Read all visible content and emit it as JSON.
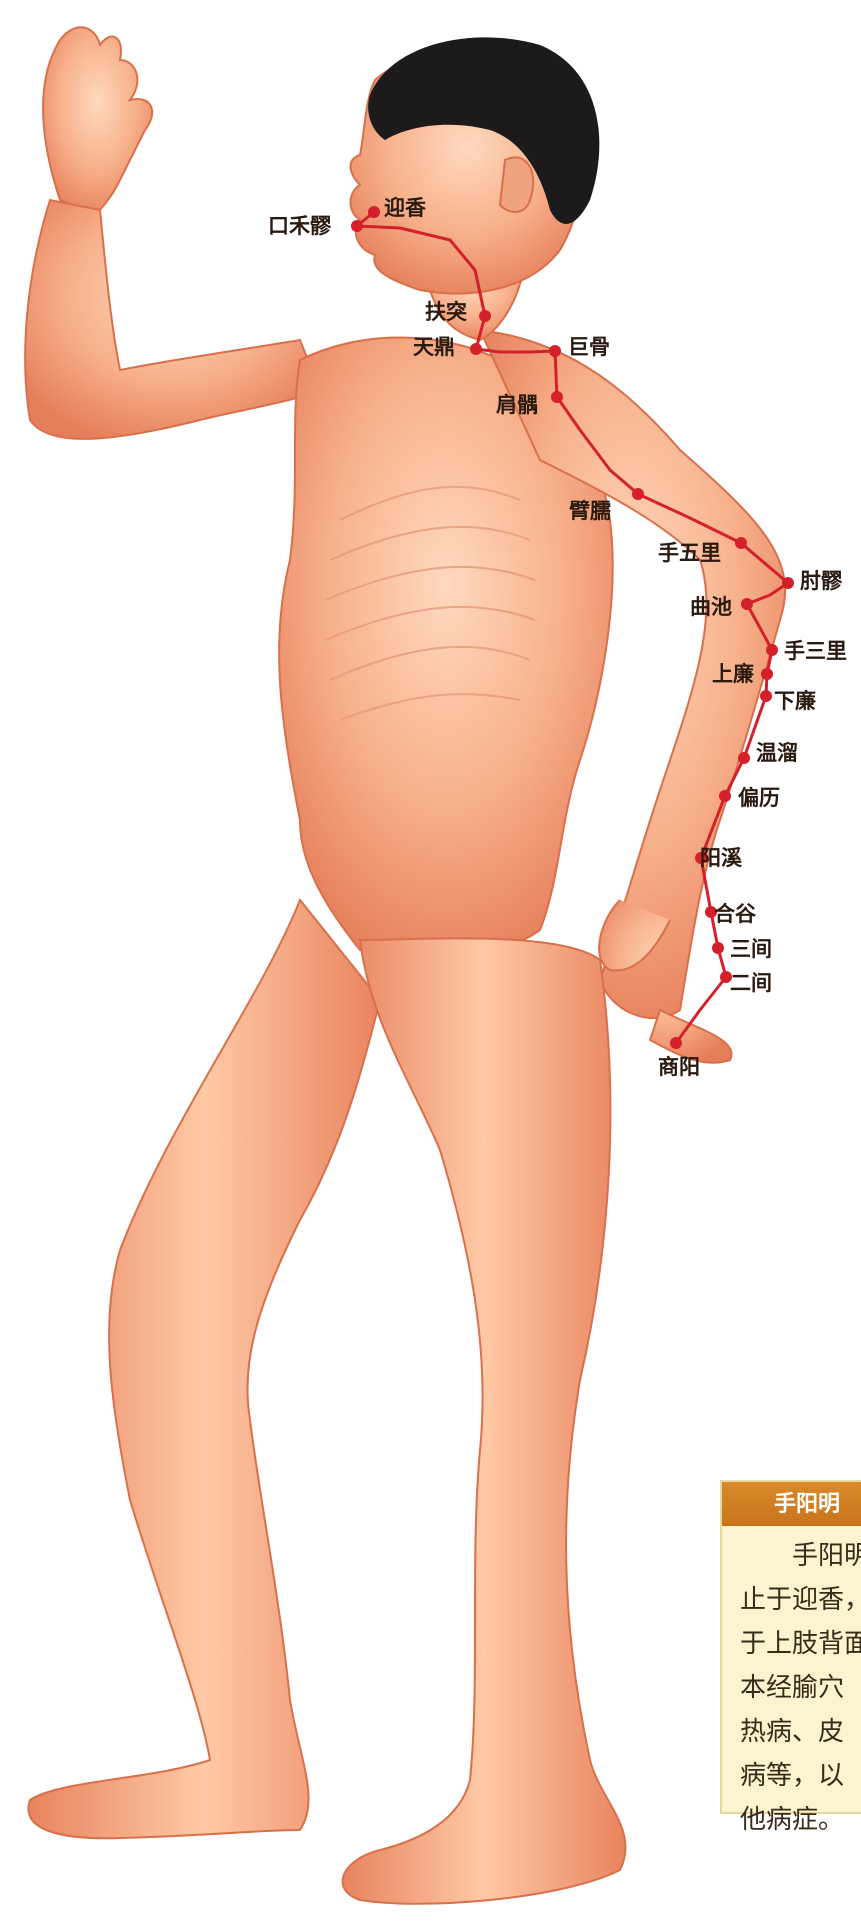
{
  "colors": {
    "skin": "#f7b08a",
    "skin_shadow": "#e57e5a",
    "meridian": "#d4202a",
    "point": "#d4202a",
    "hair": "#1c1a1a",
    "card_bg": "#fbf4cf",
    "card_header": "#d07a22"
  },
  "acupoints": [
    {
      "name": "迎香"
    },
    {
      "name": "口禾髎"
    },
    {
      "name": "扶突"
    },
    {
      "name": "天鼎"
    },
    {
      "name": "巨骨"
    },
    {
      "name": "肩髃"
    },
    {
      "name": "臂臑"
    },
    {
      "name": "手五里"
    },
    {
      "name": "肘髎"
    },
    {
      "name": "曲池"
    },
    {
      "name": "手三里"
    },
    {
      "name": "上廉"
    },
    {
      "name": "下廉"
    },
    {
      "name": "温溜"
    },
    {
      "name": "偏历"
    },
    {
      "name": "阳溪"
    },
    {
      "name": "合谷"
    },
    {
      "name": "三间"
    },
    {
      "name": "二间"
    },
    {
      "name": "商阳"
    }
  ],
  "info_card": {
    "title": "手阳明",
    "lines": [
      "手阳明",
      "止于迎香，",
      "于上肢背面",
      "本经腧穴",
      "热病、皮",
      "病等，以",
      "他病症。"
    ]
  }
}
